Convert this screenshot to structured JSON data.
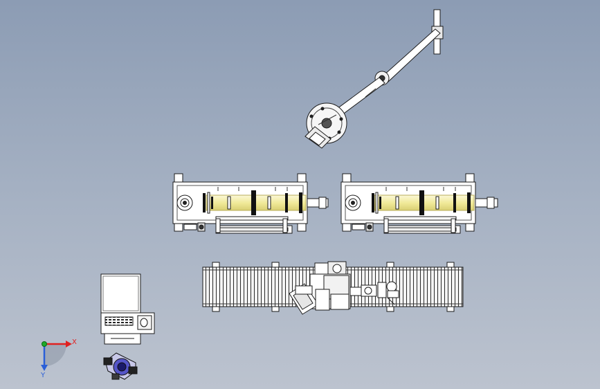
{
  "window": {
    "background_top": "#8c9cb4",
    "background_bottom": "#bcc3cf"
  },
  "colors": {
    "line": "#1a1a1a",
    "part_fill": "#ffffff",
    "shaft_fill": "#f3efb6",
    "shaft_edge": "#c9c070",
    "axis_x": "#e02020",
    "axis_y": "#2a5fd8",
    "axis_z": "#1faa2a"
  },
  "triad": {
    "x_label": "X",
    "y_label": "Y",
    "icons": [
      "axis-x-arrow-icon",
      "axis-y-arrow-icon",
      "axis-origin-icon"
    ]
  },
  "components": [
    "robot-arm",
    "shaft-machine-left",
    "shaft-machine-right",
    "conveyor",
    "control-cabinet",
    "gripper-part"
  ]
}
